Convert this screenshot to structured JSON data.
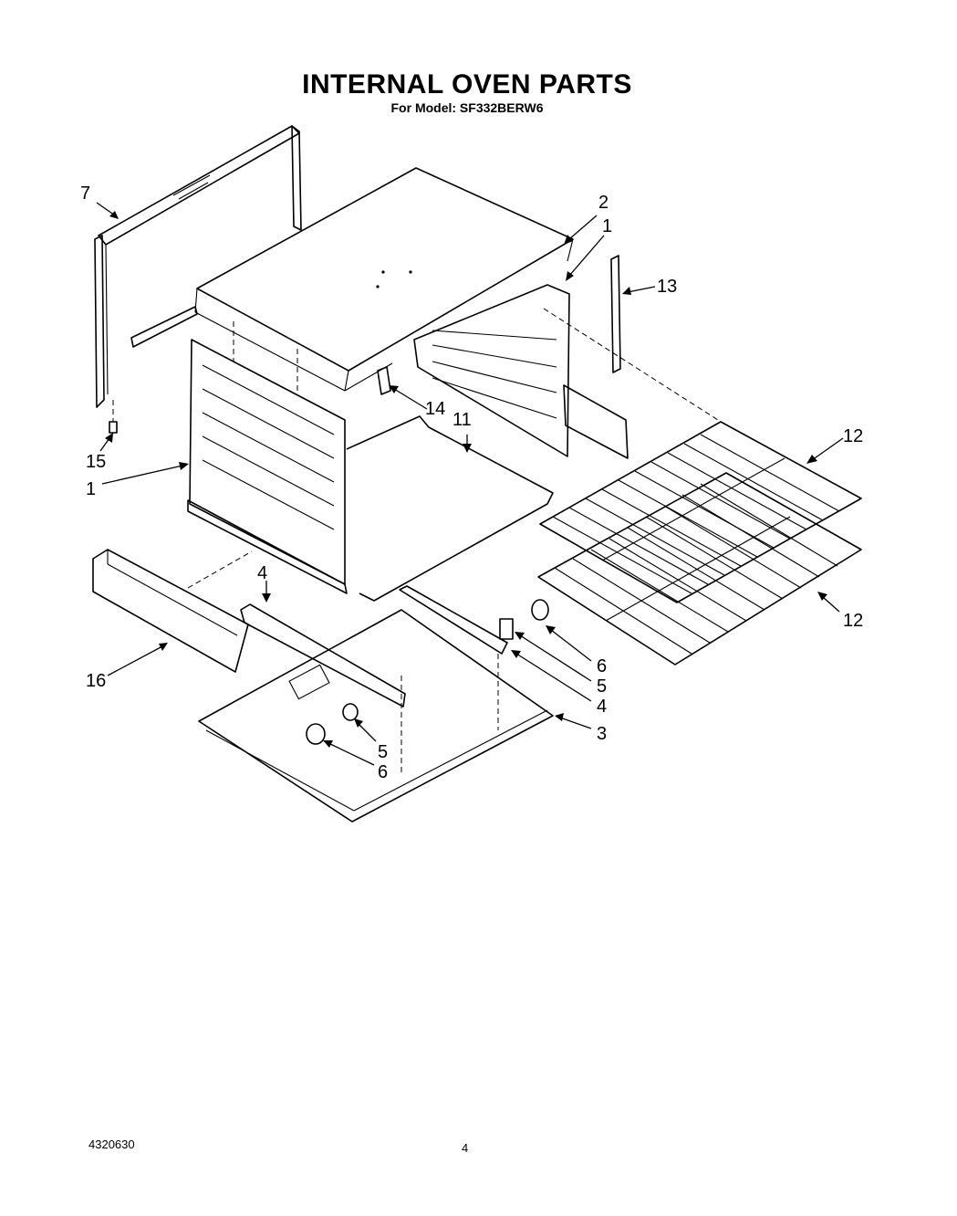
{
  "header": {
    "title": "INTERNAL OVEN PARTS",
    "model_line": "For Model: SF332BERW6"
  },
  "footer": {
    "doc_number": "4320630",
    "page_number": "4"
  },
  "callouts": {
    "c7": "7",
    "c2": "2",
    "c1_right": "1",
    "c13": "13",
    "c14": "14",
    "c11": "11",
    "c15": "15",
    "c1_left": "1",
    "c12_top": "12",
    "c12_bottom": "12",
    "c4_left": "4",
    "c6_right": "6",
    "c5_right": "5",
    "c4_right": "4",
    "c16": "16",
    "c3": "3",
    "c5_left": "5",
    "c6_left": "6"
  }
}
